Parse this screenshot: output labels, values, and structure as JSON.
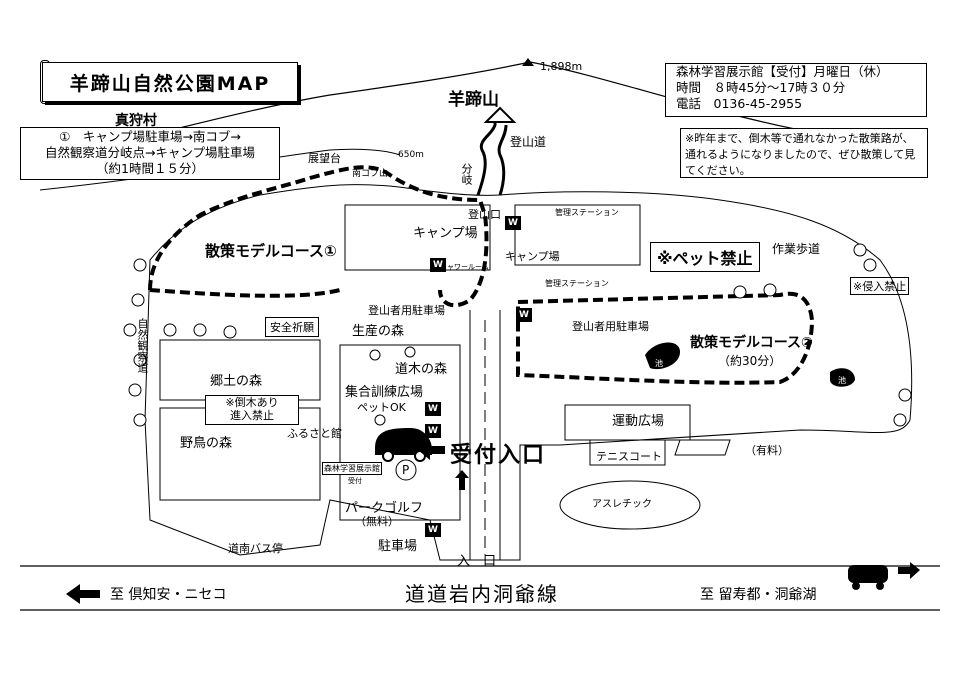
{
  "map": {
    "title": "羊蹄山自然公園MAP",
    "village": "真狩村",
    "route": {
      "line1": "①　キャンプ場駐車場→南コブ→",
      "line2": "自然観察道分岐点→キャンプ場駐車場",
      "line3": "（約1時間１５分）"
    },
    "info": {
      "line1": "森林学習展示館【受付】月曜日（休）",
      "line2": "時間　８時45分～17時３０分",
      "line3": "電話　0136-45-2955"
    },
    "notice": "※昨年まで、倒木等で通れなかった散策路が、通れるようになりましたので、ぜひ散策して見てください。",
    "mountain": {
      "name": "羊蹄山",
      "elevation": "1,898m",
      "trail": "登山道",
      "branch": "分岐",
      "observatory": "展望台",
      "south_kobu": "南コブ山",
      "south_kobu_elev": "650m",
      "trailhead": "登山口"
    },
    "pet_ban": "※ペット禁止",
    "course1": "散策モデルコース①",
    "course2": "散策モデルコース②",
    "course2_time": "（約30分）",
    "work_path": "作業歩道",
    "no_entry": "※侵入禁止",
    "camp": "キャンプ場",
    "camp2": "キャンプ場",
    "climber_parking1": "登山者用駐車場",
    "climber_parking2": "登山者用駐車場",
    "safety_shrine": "安全祈願",
    "forest_seisan": "生産の森",
    "forest_doboku": "道木の森",
    "shugo_plaza": "集合訓練広場",
    "pet_ok": "ペットOK",
    "kyodo_forest": "郷土の森",
    "fallen_tree": "※倒木あり",
    "fallen_tree2": "進入禁止",
    "bird_forest": "野鳥の森",
    "furusato_hall": "ふるさと館",
    "exhibit_hall": "森林学習展示館",
    "uketsuke": "受付",
    "uketsuke_entrance": "受付入口",
    "park_golf": "パークゴルフ",
    "park_golf_fee": "（無料）",
    "parking": "駐車場",
    "bus_stop": "道南バス停",
    "sports_plaza": "運動広場",
    "tennis": "テニスコート",
    "paid": "（有料）",
    "athletic": "アスレチック",
    "entrance": "入　口",
    "road_name": "道道岩内洞爺線",
    "to_left": "至 倶知安・ニセコ",
    "to_right": "至 留寿都・洞爺湖",
    "nature_trail": "自然観察道",
    "shower": "シャワールーム",
    "admin_station": "管理ステーション",
    "pond": "池",
    "w": "W",
    "p": "P"
  }
}
